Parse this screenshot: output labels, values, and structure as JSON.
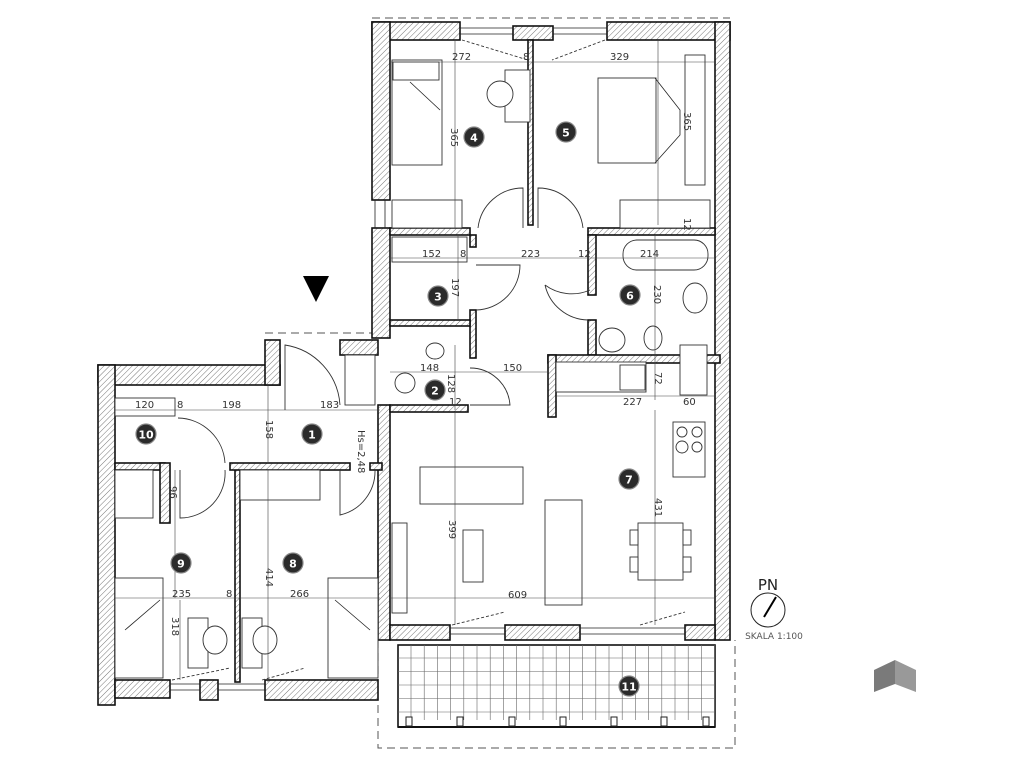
{
  "rooms": [
    "1",
    "2",
    "3",
    "4",
    "5",
    "6",
    "7",
    "8",
    "9",
    "10",
    "11"
  ],
  "dimensions": [
    "272",
    "8",
    "329",
    "365",
    "365",
    "152",
    "8",
    "223",
    "12",
    "214",
    "12",
    "197",
    "230",
    "148",
    "150",
    "128",
    "12",
    "72",
    "227",
    "60",
    "120",
    "8",
    "198",
    "183",
    "158",
    "96",
    "414",
    "235",
    "8",
    "266",
    "318",
    "399",
    "431",
    "609"
  ],
  "entrance_height": "Hs=2,48",
  "compass": {
    "label": "PN"
  },
  "scale": "SKALA 1:100",
  "colors": {
    "walls": "#111111",
    "room_markers": "#2b2b2b",
    "logo": "#7a7a7a"
  },
  "icons": [
    "entrance-arrow-icon",
    "north-compass-icon",
    "logo-icon"
  ]
}
